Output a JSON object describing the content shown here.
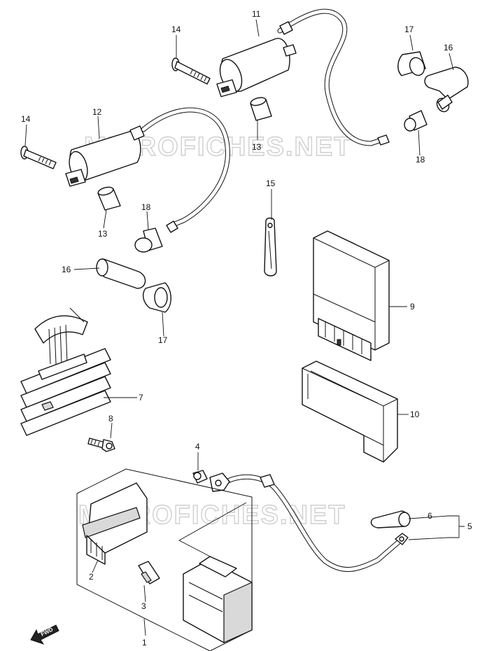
{
  "watermark": "MICROFICHES.NET",
  "fwd_label": "FWD",
  "callouts": {
    "c1": "1",
    "c2": "2",
    "c3": "3",
    "c4": "4",
    "c5": "5",
    "c6": "6",
    "c7": "7",
    "c8": "8",
    "c9": "9",
    "c10": "10",
    "c11": "11",
    "c12": "12",
    "c13a": "13",
    "c13b": "13",
    "c14a": "14",
    "c14b": "14",
    "c15": "15",
    "c16a": "16",
    "c16b": "16",
    "c17a": "17",
    "c17b": "17",
    "c18a": "18",
    "c18b": "18"
  }
}
